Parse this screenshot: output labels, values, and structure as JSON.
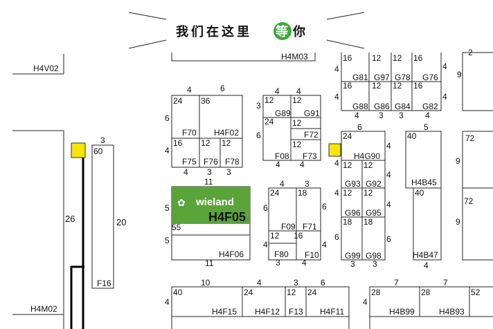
{
  "banner": {
    "pre": "我们在这里",
    "badge": "等",
    "post": "你"
  },
  "highlight": {
    "brand": "wieland",
    "booth": "H4F05",
    "brand_color": "#5aa43a",
    "marker_color": "#f5e600"
  },
  "halls": {
    "h4v02": "H4V02",
    "h4m02": "H4M02",
    "h4m03": "H4M03",
    "f16": "F16",
    "f02": "H4F02",
    "f70": "F70",
    "f75": "F75",
    "f76": "F76",
    "f78": "F78",
    "g89": "G89",
    "g91": "G91",
    "f72": "F72",
    "f08": "F08",
    "f73": "F73",
    "f09": "F09",
    "f71": "F71",
    "f80": "F80",
    "f10": "F10",
    "f06": "H4F06",
    "f15": "H4F15",
    "f12": "H4F12",
    "f13": "F13",
    "f11": "H4F11",
    "g81": "G81",
    "g97": "G97",
    "g78": "G78",
    "g76": "G76",
    "g88": "G88",
    "g86": "G86",
    "g84": "G84",
    "g82": "G82",
    "g90": "H4G90",
    "g93": "G93",
    "g92": "G92",
    "g96": "G96",
    "g95": "G95",
    "g99": "G99",
    "g98": "G98",
    "b45": "H4B45",
    "b47": "H4B47",
    "b99": "H4B99",
    "b93": "H4B93"
  },
  "dims": {
    "d1": "26",
    "d2": "20",
    "d3": "3",
    "d4": "60",
    "d5": "6",
    "d6": "4",
    "d7": "24",
    "d8": "36",
    "d9": "16",
    "d10": "12",
    "d11": "11",
    "d12": "5",
    "d13": "55",
    "d14": "10",
    "d15": "40",
    "d16": "28",
    "d17": "7",
    "d18": "52",
    "d19": "9",
    "d20": "72",
    "d21": "18",
    "d22": "2"
  }
}
